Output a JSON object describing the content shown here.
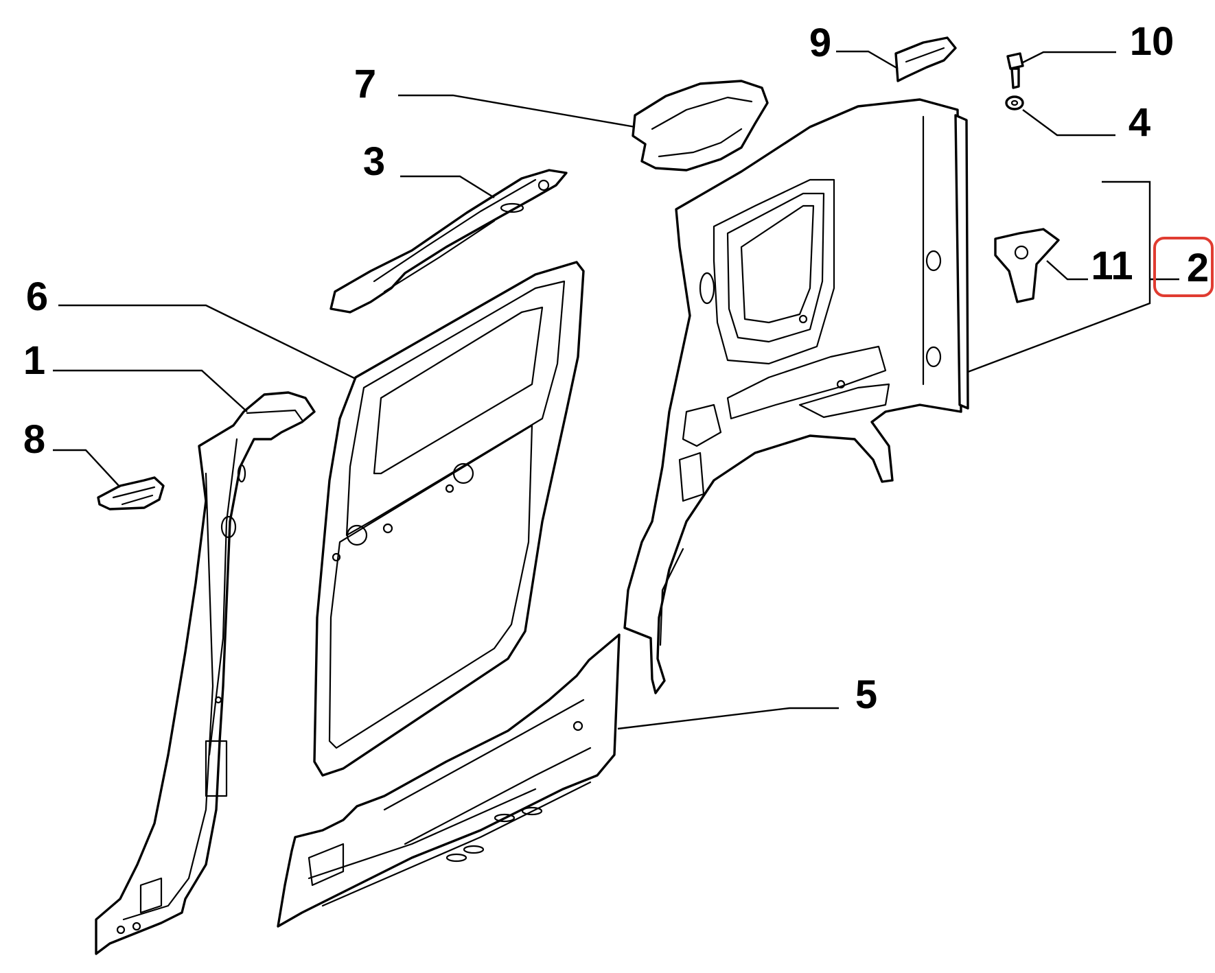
{
  "diagram": {
    "callouts": [
      {
        "id": "callout-1",
        "label": "1"
      },
      {
        "id": "callout-2",
        "label": "2"
      },
      {
        "id": "callout-3",
        "label": "3"
      },
      {
        "id": "callout-4",
        "label": "4"
      },
      {
        "id": "callout-5",
        "label": "5"
      },
      {
        "id": "callout-6",
        "label": "6"
      },
      {
        "id": "callout-7",
        "label": "7"
      },
      {
        "id": "callout-8",
        "label": "8"
      },
      {
        "id": "callout-9",
        "label": "9"
      },
      {
        "id": "callout-10",
        "label": "10"
      },
      {
        "id": "callout-11",
        "label": "11"
      }
    ],
    "highlighted_callout": "2",
    "highlight_color": "#e03c31",
    "line_color": "#000000",
    "background_color": "#ffffff"
  }
}
